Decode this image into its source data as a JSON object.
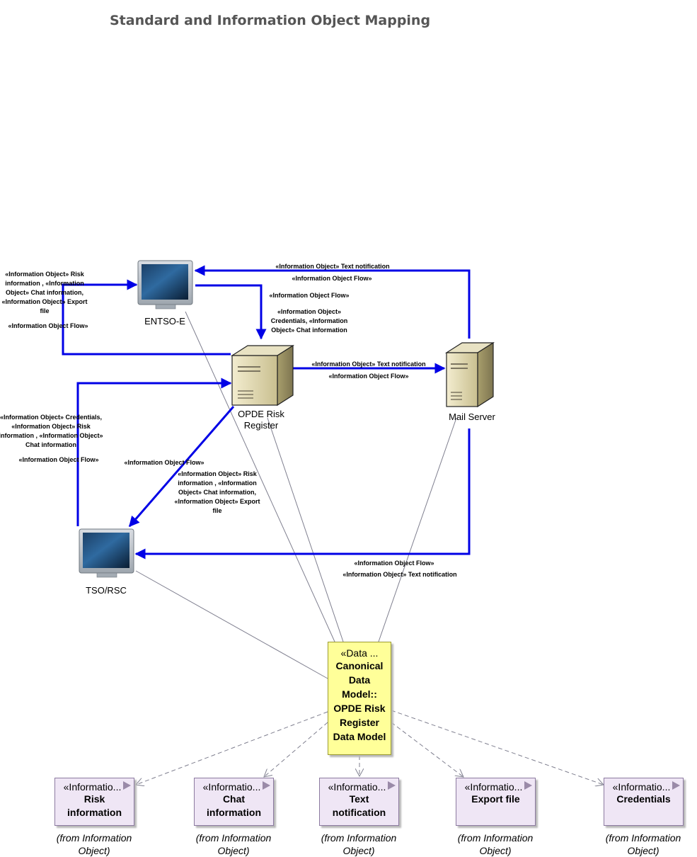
{
  "title": "Standard and Information Object Mapping",
  "nodes": {
    "entsoe": "ENTSO-E",
    "opde_line1": "OPDE Risk",
    "opde_line2": "Register",
    "mail": "Mail Server",
    "tso": "TSO/RSC"
  },
  "data_model": {
    "stereotype": "«Data ...",
    "name_lines": [
      "Canonical",
      "Data",
      "Model::",
      "OPDE Risk",
      "Register",
      "Data Model"
    ]
  },
  "flows": {
    "mail_to_entsoe": [
      "«Information Object» Text notification",
      "«Information Object Flow»"
    ],
    "entsoe_to_opde": [
      "«Information Object Flow»",
      "«Information Object»",
      "Credentials, «Information",
      "Object» Chat information"
    ],
    "opde_to_entsoe": [
      "«Information Object» Risk",
      "information , «Information",
      "Object» Chat information,",
      "«Information Object» Export",
      "file",
      "«Information Object Flow»"
    ],
    "opde_to_mail": [
      "«Information Object» Text notification",
      "«Information Object Flow»"
    ],
    "tso_to_opde": [
      "«Information Object» Credentials,",
      "«Information Object» Risk",
      "information , «Information Object»",
      "Chat information",
      "«Information Object Flow»"
    ],
    "opde_to_tso": [
      "«Information Object Flow»",
      "«Information Object» Risk",
      "information , «Information",
      "Object» Chat information,",
      "«Information Object» Export",
      "file"
    ],
    "mail_to_tso": [
      "«Information Object Flow»",
      "«Information Object» Text notification"
    ]
  },
  "info_objects": [
    {
      "stereotype": "«Informatio...",
      "name_lines": [
        "Risk",
        "information"
      ],
      "from": [
        "(from Information",
        "Object)"
      ]
    },
    {
      "stereotype": "«Informatio...",
      "name_lines": [
        "Chat",
        "information"
      ],
      "from": [
        "(from Information",
        "Object)"
      ]
    },
    {
      "stereotype": "«Informatio...",
      "name_lines": [
        "Text",
        "notification"
      ],
      "from": [
        "(from Information",
        "Object)"
      ]
    },
    {
      "stereotype": "«Informatio...",
      "name_lines": [
        "Export file"
      ],
      "from": [
        "(from Information",
        "Object)"
      ]
    },
    {
      "stereotype": "«Informatio...",
      "name_lines": [
        "Credentials"
      ],
      "from": [
        "(from Information",
        "Object)"
      ]
    }
  ],
  "colors": {
    "flow": "#0000e6",
    "trace": "#7f7f8f",
    "data_model_fill": "#ffff99",
    "info_object_fill": "#efe6f5"
  },
  "icons": {
    "monitor": "monitor-icon",
    "server": "server-icon",
    "element": "element-triangle-icon"
  }
}
